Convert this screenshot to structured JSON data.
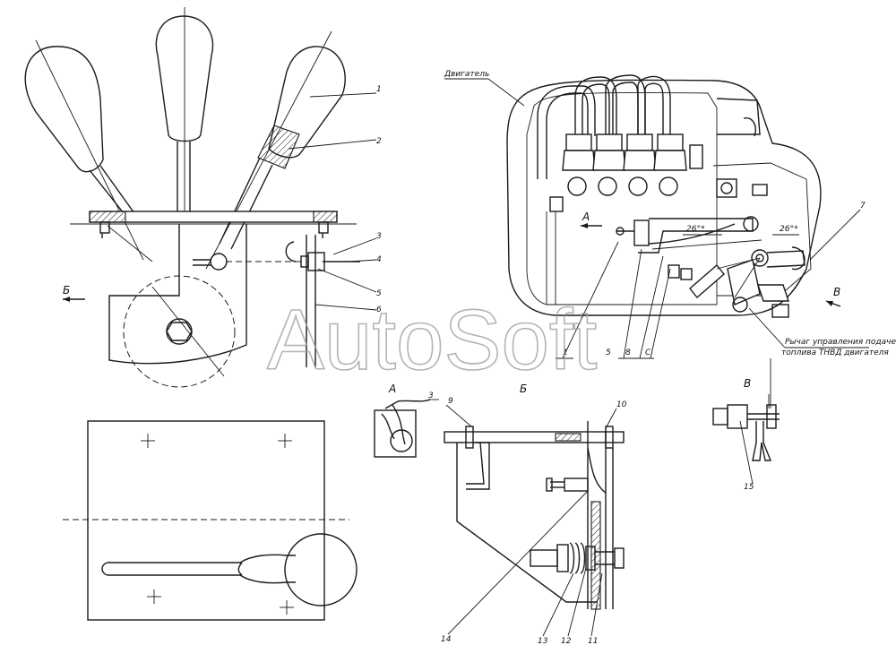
{
  "watermark": "AutoSoft",
  "views": {
    "a": "А",
    "b": "Б",
    "v": "В"
  },
  "texts": {
    "engine": "Двигатель",
    "lever_line1": "Рычаг управления подачей",
    "lever_line2": "топлива ТНВД двигателя",
    "angle": "26°*"
  },
  "callouts": {
    "n1": "1",
    "n2": "2",
    "n3": "3",
    "n4": "4",
    "n5": "5",
    "n6": "6",
    "n7": "7",
    "n8": "8",
    "n9": "9",
    "n10": "10",
    "n11": "11",
    "n12": "12",
    "n13": "13",
    "n14": "14",
    "n15": "15",
    "c": "С"
  }
}
